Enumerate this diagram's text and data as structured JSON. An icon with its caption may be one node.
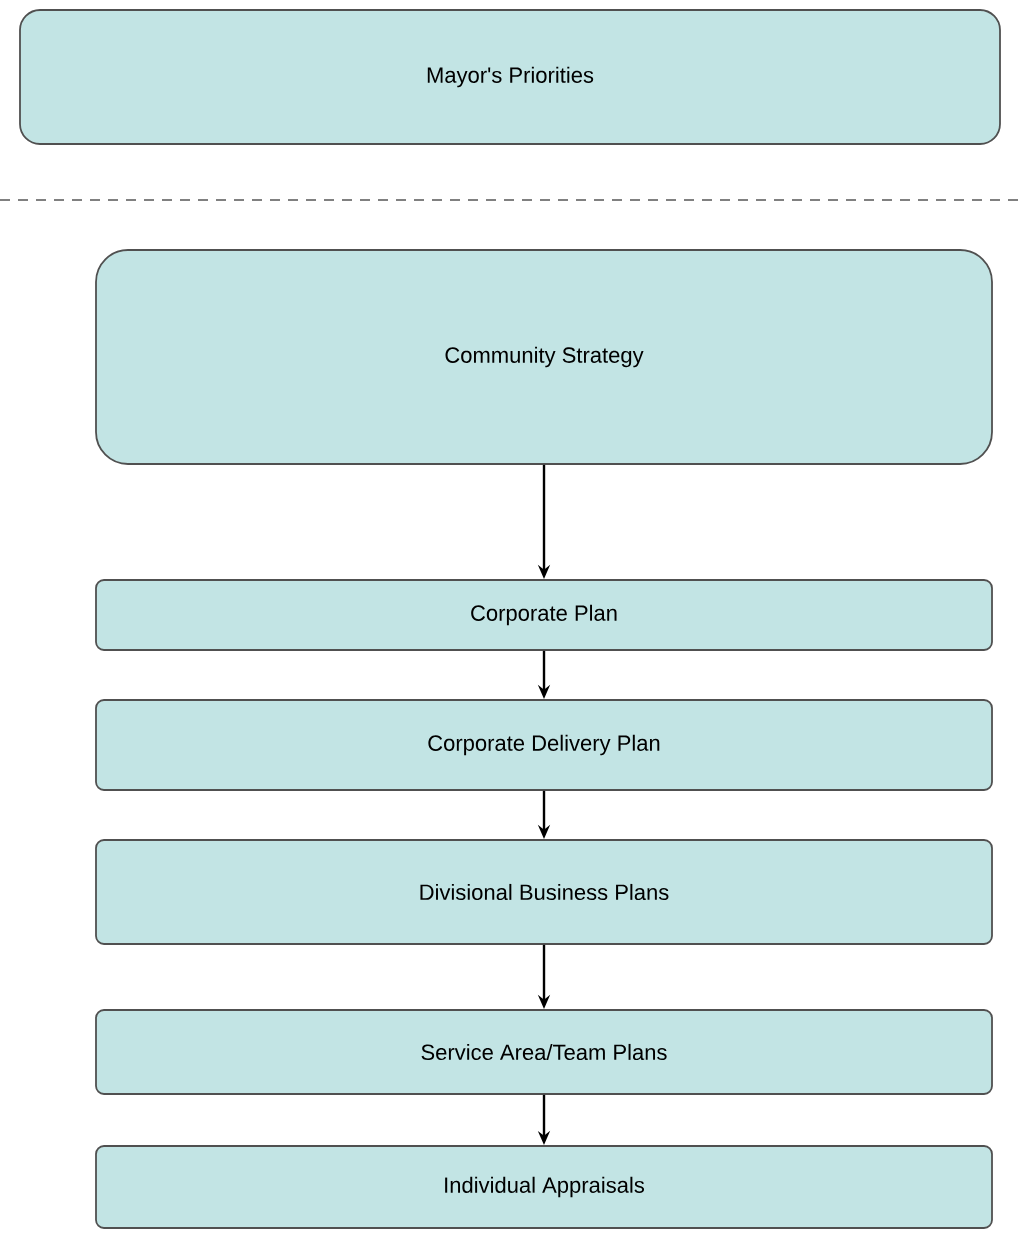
{
  "diagram": {
    "nodes": [
      {
        "text": [
          "Mayor's Priorities"
        ]
      },
      {
        "text": [
          "Community Strategy"
        ]
      },
      {
        "text": [
          "Corporate Plan"
        ]
      },
      {
        "text": [
          "Corporate Delivery Plan"
        ]
      },
      {
        "text": [
          "Divisional Business Plans"
        ]
      },
      {
        "text": [
          "Service Area/Team Plans"
        ]
      },
      {
        "text": [
          "Individual Appraisals"
        ]
      }
    ],
    "edges": [
      {
        "from": 1,
        "to": 2,
        "arrow": "to"
      },
      {
        "from": 2,
        "to": 3,
        "arrow": "to"
      },
      {
        "from": 3,
        "to": 4,
        "arrow": "to"
      },
      {
        "from": 4,
        "to": 5,
        "arrow": "to"
      },
      {
        "from": 5,
        "to": 6,
        "arrow": "to"
      }
    ]
  }
}
